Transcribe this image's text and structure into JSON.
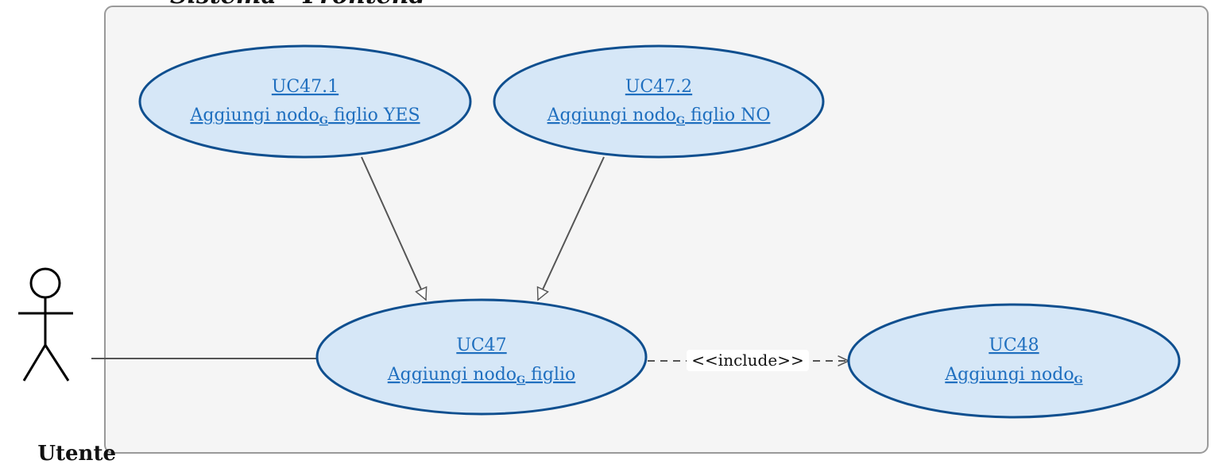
{
  "system": {
    "title": "Sistema - Frontend"
  },
  "actor": {
    "name": "Utente"
  },
  "use_cases": {
    "uc47_1": {
      "id": "UC47.1",
      "label": "Aggiungi nodo",
      "subscript": "G",
      "suffix": " figlio YES"
    },
    "uc47_2": {
      "id": "UC47.2",
      "label": "Aggiungi nodo",
      "subscript": "G",
      "suffix": " figlio NO"
    },
    "uc47": {
      "id": "UC47",
      "label": "Aggiungi nodo",
      "subscript": "G",
      "suffix": " figlio"
    },
    "uc48": {
      "id": "UC48",
      "label": "Aggiungi nodo",
      "subscript": "G",
      "suffix": ""
    }
  },
  "relations": {
    "include_label": "<<include>>"
  },
  "colors": {
    "ellipse_fill": "#d6e7f7",
    "ellipse_stroke": "#0f4f8f",
    "link": "#1f6fbf",
    "system_fill": "#f5f5f5",
    "system_stroke": "#9a9a9a",
    "edge": "#555555"
  }
}
